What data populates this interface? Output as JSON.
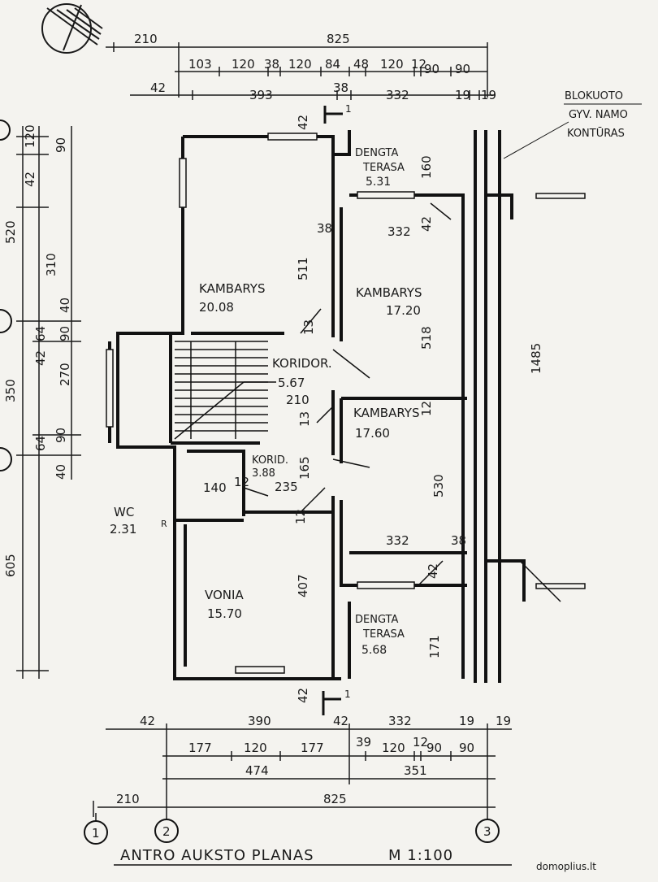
{
  "plan": {
    "title": "ANTRO AUKSTO PLANAS",
    "scale": "M 1:100",
    "watermark": "domoplius.lt",
    "outline_note": [
      "BLOKUOTO",
      "GYV. NAMO",
      "KONTŪRAS"
    ],
    "axes": [
      "1",
      "2",
      "3"
    ],
    "section_marks": [
      "1",
      "1"
    ]
  },
  "rooms": {
    "kambarys_left": {
      "name": "KAMBARYS",
      "area": "20.08"
    },
    "kambarys_right_top": {
      "name": "KAMBARYS",
      "area": "17.20"
    },
    "kambarys_right_mid": {
      "name": "KAMBARYS",
      "area": "17.60"
    },
    "koridor": {
      "name": "KORIDOR.",
      "area": "5.67"
    },
    "korid": {
      "name": "KORID.",
      "area": "3.88"
    },
    "wc": {
      "name": "WC",
      "area": "2.31"
    },
    "vonia": {
      "name": "VONIA",
      "area": "15.70"
    },
    "terasa_top": {
      "name1": "DENGTA",
      "name2": "TERASA",
      "area": "5.31"
    },
    "terasa_bottom": {
      "name1": "DENGTA",
      "name2": "TERASA",
      "area": "5.68"
    }
  },
  "dims": {
    "top_row1": [
      "210",
      "825"
    ],
    "top_row2": [
      "103",
      "120",
      "38",
      "120",
      "84",
      "48",
      "120",
      "12",
      "90",
      "90"
    ],
    "top_row3": [
      "42",
      "393",
      "38",
      "332",
      "19",
      "19"
    ],
    "left_outer": [
      "520",
      "350",
      "605"
    ],
    "left_inner": [
      "120",
      "90",
      "310",
      "40",
      "64",
      "90",
      "42",
      "270",
      "64",
      "90",
      "40"
    ],
    "left_top_small": "42",
    "bottom_row1": [
      "42",
      "390",
      "42",
      "332",
      "19",
      "19"
    ],
    "bottom_row2": [
      "177",
      "120",
      "177",
      "39",
      "120",
      "12",
      "90",
      "90"
    ],
    "bottom_row3": [
      "474",
      "351"
    ],
    "bottom_row4": [
      "210",
      "825"
    ],
    "interior": {
      "d511": "511",
      "d38a": "38",
      "d332a": "332",
      "d42a": "42",
      "d160": "160",
      "d518": "518",
      "d13a": "13",
      "d210": "210",
      "d12a": "12",
      "d13b": "13",
      "d530": "530",
      "d165": "165",
      "d235": "235",
      "d140": "140",
      "d12b": "12",
      "d12c": "12",
      "d407": "407",
      "d332b": "332",
      "d38b": "38",
      "d42b": "42",
      "d171": "171",
      "d42c": "42",
      "d1485": "1485",
      "r": "R"
    }
  }
}
